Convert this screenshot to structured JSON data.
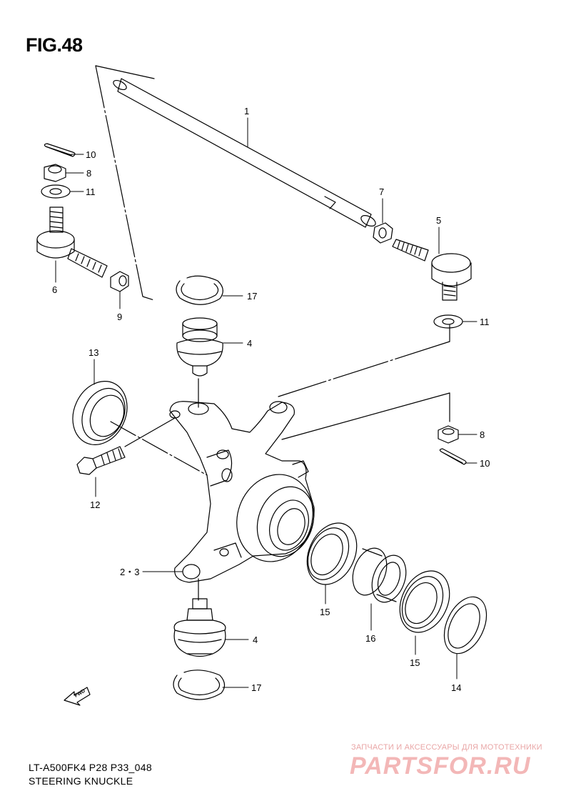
{
  "figure": {
    "title": "FIG.48"
  },
  "callouts": {
    "tie_rod": "1",
    "knuckle_set": "2・3",
    "ball_joint_upper": "4",
    "ball_joint_lower": "4",
    "tie_rod_end_right": "5",
    "tie_rod_end_left": "6",
    "lock_nut_right": "7",
    "castle_nut_left": "8",
    "castle_nut_right": "8",
    "lock_nut_left": "9",
    "cotter_pin_left": "10",
    "cotter_pin_right": "10",
    "washer_left": "11",
    "washer_right": "11",
    "bolt": "12",
    "oil_seal_outer": "13",
    "oil_seal_inner": "14",
    "bearing_outer": "15",
    "bearing_inner": "15",
    "spacer": "16",
    "circlip_upper": "17",
    "circlip_lower": "17"
  },
  "fwd_badge": "FWD",
  "footer": {
    "model_code": "LT-A500FK4 P28 P33_048",
    "section_name": "STEERING KNUCKLE"
  },
  "watermark": {
    "tagline": "ЗАПЧАСТИ И АКСЕССУАРЫ ДЛЯ МОТОТЕХНИКИ",
    "brand": "PARTSFOR.RU"
  },
  "colors": {
    "line": "#000000",
    "watermark": "#f3b7b7"
  }
}
